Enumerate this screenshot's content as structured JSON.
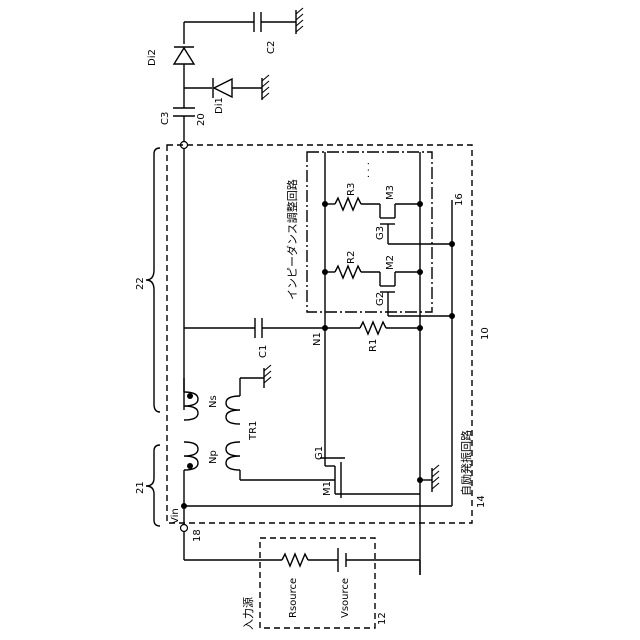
{
  "labels": {
    "di2": "Di2",
    "c2": "C2",
    "di1": "Di1",
    "c3": "C3",
    "ref20": "20",
    "ref16": "16",
    "ref22": "22",
    "ref10": "10",
    "ref21": "21",
    "ref14": "14",
    "ref18": "18",
    "ref12": "12",
    "impedance_circuit": "インピーダンス調整回路",
    "self_oscillation": "自励発振回路",
    "input_source": "入力源",
    "r3": "R3",
    "m3": "M3",
    "g3": "G3",
    "r2": "R2",
    "m2": "M2",
    "g2": "G2",
    "c1": "C1",
    "n1": "N1",
    "r1": "R1",
    "ns": "Ns",
    "np": "Np",
    "tr1": "TR1",
    "g1": "G1",
    "m1": "M1",
    "vin": "Vin",
    "rsource": "Rsource",
    "vsource": "Vsource",
    "ellipsis": "· · ·"
  }
}
